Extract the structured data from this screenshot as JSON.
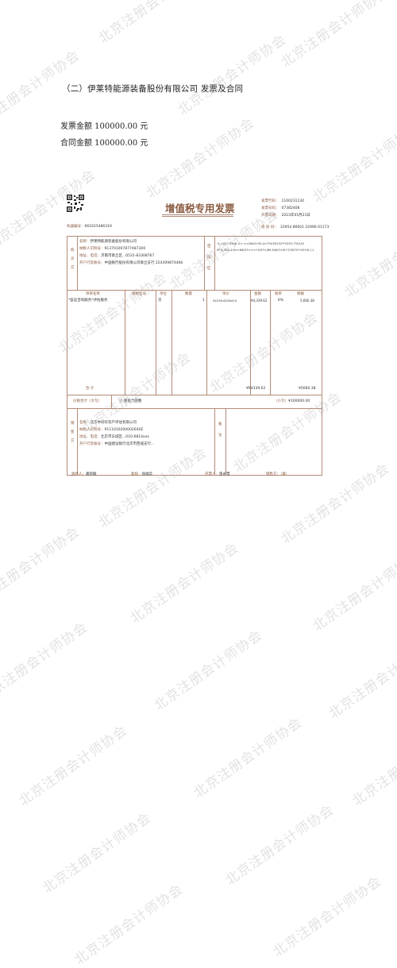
{
  "heading": "（二）伊莱特能源装备股份有限公司 发票及合同",
  "invoice_amount_line": "发票金额 100000.00 元",
  "contract_amount_line": "合同金额 100000.00 元",
  "invoice": {
    "title": "增值税专用发票",
    "code_label": "发票代码：",
    "code_value": "1100231130",
    "number_label": "发票号码：",
    "number_value": "07382408",
    "date_label": "开票日期：",
    "date_value": "2023年05月23日",
    "check_label": "校 验 码：",
    "check_value": "33954 86601 22996 61173",
    "machine_label": "机器编号：",
    "machine_value": "661615486319",
    "buyer_side": "购买方",
    "buyer_name_label": "名称：",
    "buyer_name": "伊莱特能源装备股份有限公司",
    "buyer_tax_label": "纳税人识别号：",
    "buyer_tax": "9137010078774873X0",
    "buyer_addr_label": "地址、电话：",
    "buyer_addr": "济南市章丘区...0531-83308767",
    "buyer_bank_label": "开户行及账号：",
    "buyer_bank": "中国银行股份有限公司章丘支行 224309874466",
    "cipher_label": "密码区",
    "cipher_lines": [
      "-5-+027-0406-<+-<<2640+50-4<7*4/20231**1559-7312/0/",
      "0*-4-309-2/4>>68/37<<<+9/07>/89-540/*/>6-*7/3072*+81*/0-/-1",
      ""
    ],
    "col_item": "项目名称",
    "col_spec": "规格型号",
    "col_unit": "单位",
    "col_qty": "数量",
    "col_price": "单价",
    "col_amount": "金额",
    "col_rate": "税率",
    "col_tax": "税额",
    "row_item": "*鉴证咨询服务*评估服务",
    "row_unit": "次",
    "row_qty": "1",
    "row_price": "94339.6226415",
    "row_amount": "94,339.62",
    "row_rate": "6%",
    "row_tax": "5,660.38",
    "total_label": "合 计",
    "total_amount": "¥94339.62",
    "total_tax": "¥5660.38",
    "grand_label": "价税合计（大写）",
    "grand_words": "ⓧ 壹拾万圆整",
    "grand_small_label": "（小写）",
    "grand_small": "¥100000.00",
    "seller_side": "销售方",
    "seller_name_label": "名称：",
    "seller_name": "北京中同华资产评估有限公司",
    "seller_tax_label": "纳税人识别号：",
    "seller_tax": "911101020000264XE",
    "seller_addr_label": "地址、电话：",
    "seller_addr": "北京市东城区...010-6814xxx",
    "seller_bank_label": "开户行及账号：",
    "seller_bank": "中国建设银行北京市西城支行...",
    "remark_label": "备注",
    "payee_label": "收款人：",
    "payee": "葛新颖",
    "reviewer_label": "复核：",
    "reviewer": "徐福华",
    "drawer_label": "开票人：",
    "drawer": "邵永慧",
    "seal_label": "销售方：（章）"
  },
  "watermark": "北京注册会计师协会"
}
